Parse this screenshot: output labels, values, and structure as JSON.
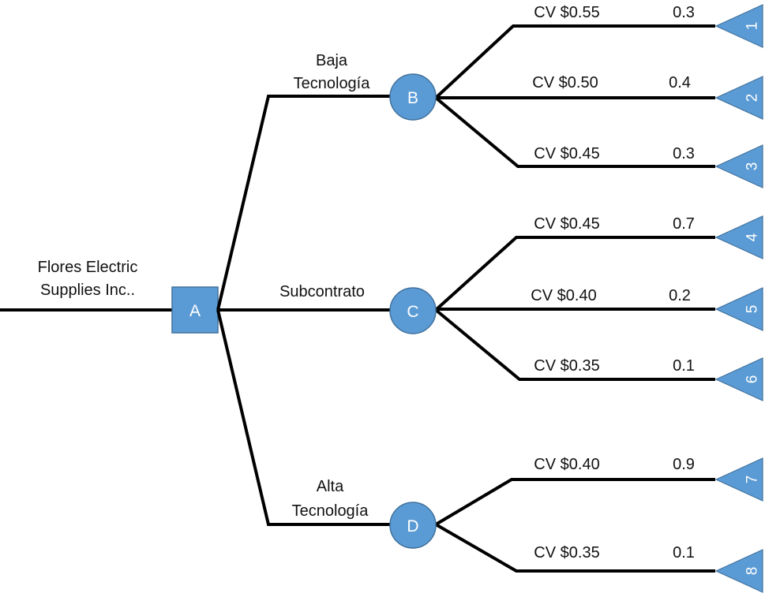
{
  "root": {
    "title_lines": [
      "Flores Electric",
      "Supplies Inc.."
    ],
    "decision_node": "A"
  },
  "colors": {
    "node_fill": "#5b9bd5",
    "node_stroke": "#41719c",
    "line": "#000000",
    "text": "#111111"
  },
  "options": [
    {
      "label_lines": [
        "Baja",
        "Tecnología"
      ],
      "chance_node": "B",
      "outcomes": [
        {
          "cost": "CV $0.55",
          "probability": "0.3",
          "terminal": "1"
        },
        {
          "cost": "CV $0.50",
          "probability": "0.4",
          "terminal": "2"
        },
        {
          "cost": "CV $0.45",
          "probability": "0.3",
          "terminal": "3"
        }
      ]
    },
    {
      "label_lines": [
        "Subcontrato"
      ],
      "chance_node": "C",
      "outcomes": [
        {
          "cost": "CV $0.45",
          "probability": "0.7",
          "terminal": "4"
        },
        {
          "cost": "CV $0.40",
          "probability": "0.2",
          "terminal": "5"
        },
        {
          "cost": "CV $0.35",
          "probability": "0.1",
          "terminal": "6"
        }
      ]
    },
    {
      "label_lines": [
        "Alta",
        "Tecnología"
      ],
      "chance_node": "D",
      "outcomes": [
        {
          "cost": "CV $0.40",
          "probability": "0.9",
          "terminal": "7"
        },
        {
          "cost": "CV $0.35",
          "probability": "0.1",
          "terminal": "8"
        }
      ]
    }
  ]
}
